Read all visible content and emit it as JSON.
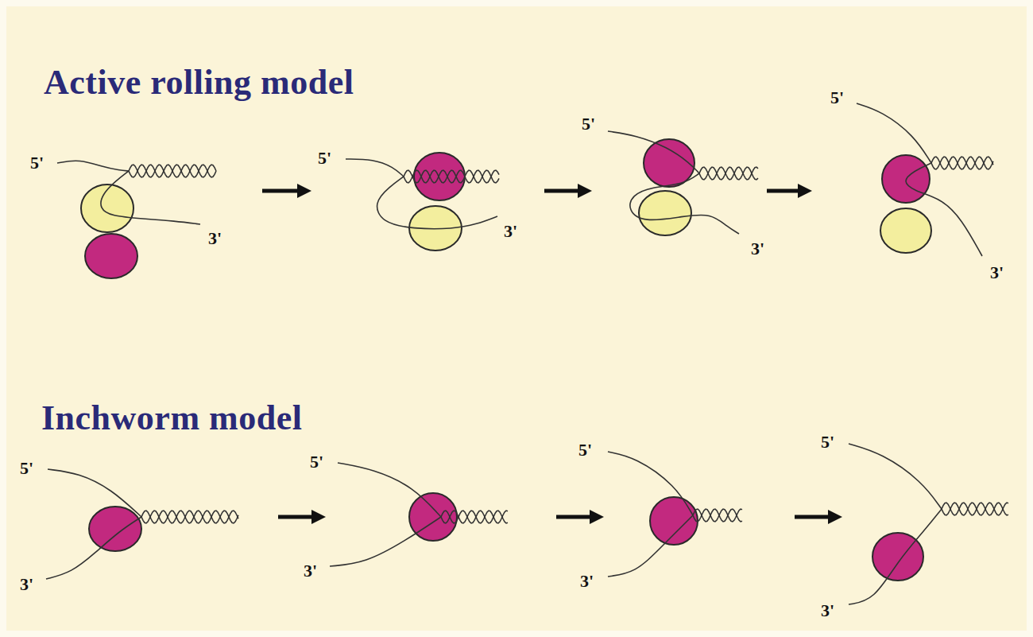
{
  "diagram": {
    "labels": [
      "Active rolling model",
      "5'",
      "3'",
      "5'",
      "3'",
      "5'",
      "3'",
      "5'",
      "3'",
      "Inchworm model",
      "5'",
      "3'",
      "5'",
      "3'",
      "5'",
      "3'",
      "5'",
      "3'"
    ]
  }
}
